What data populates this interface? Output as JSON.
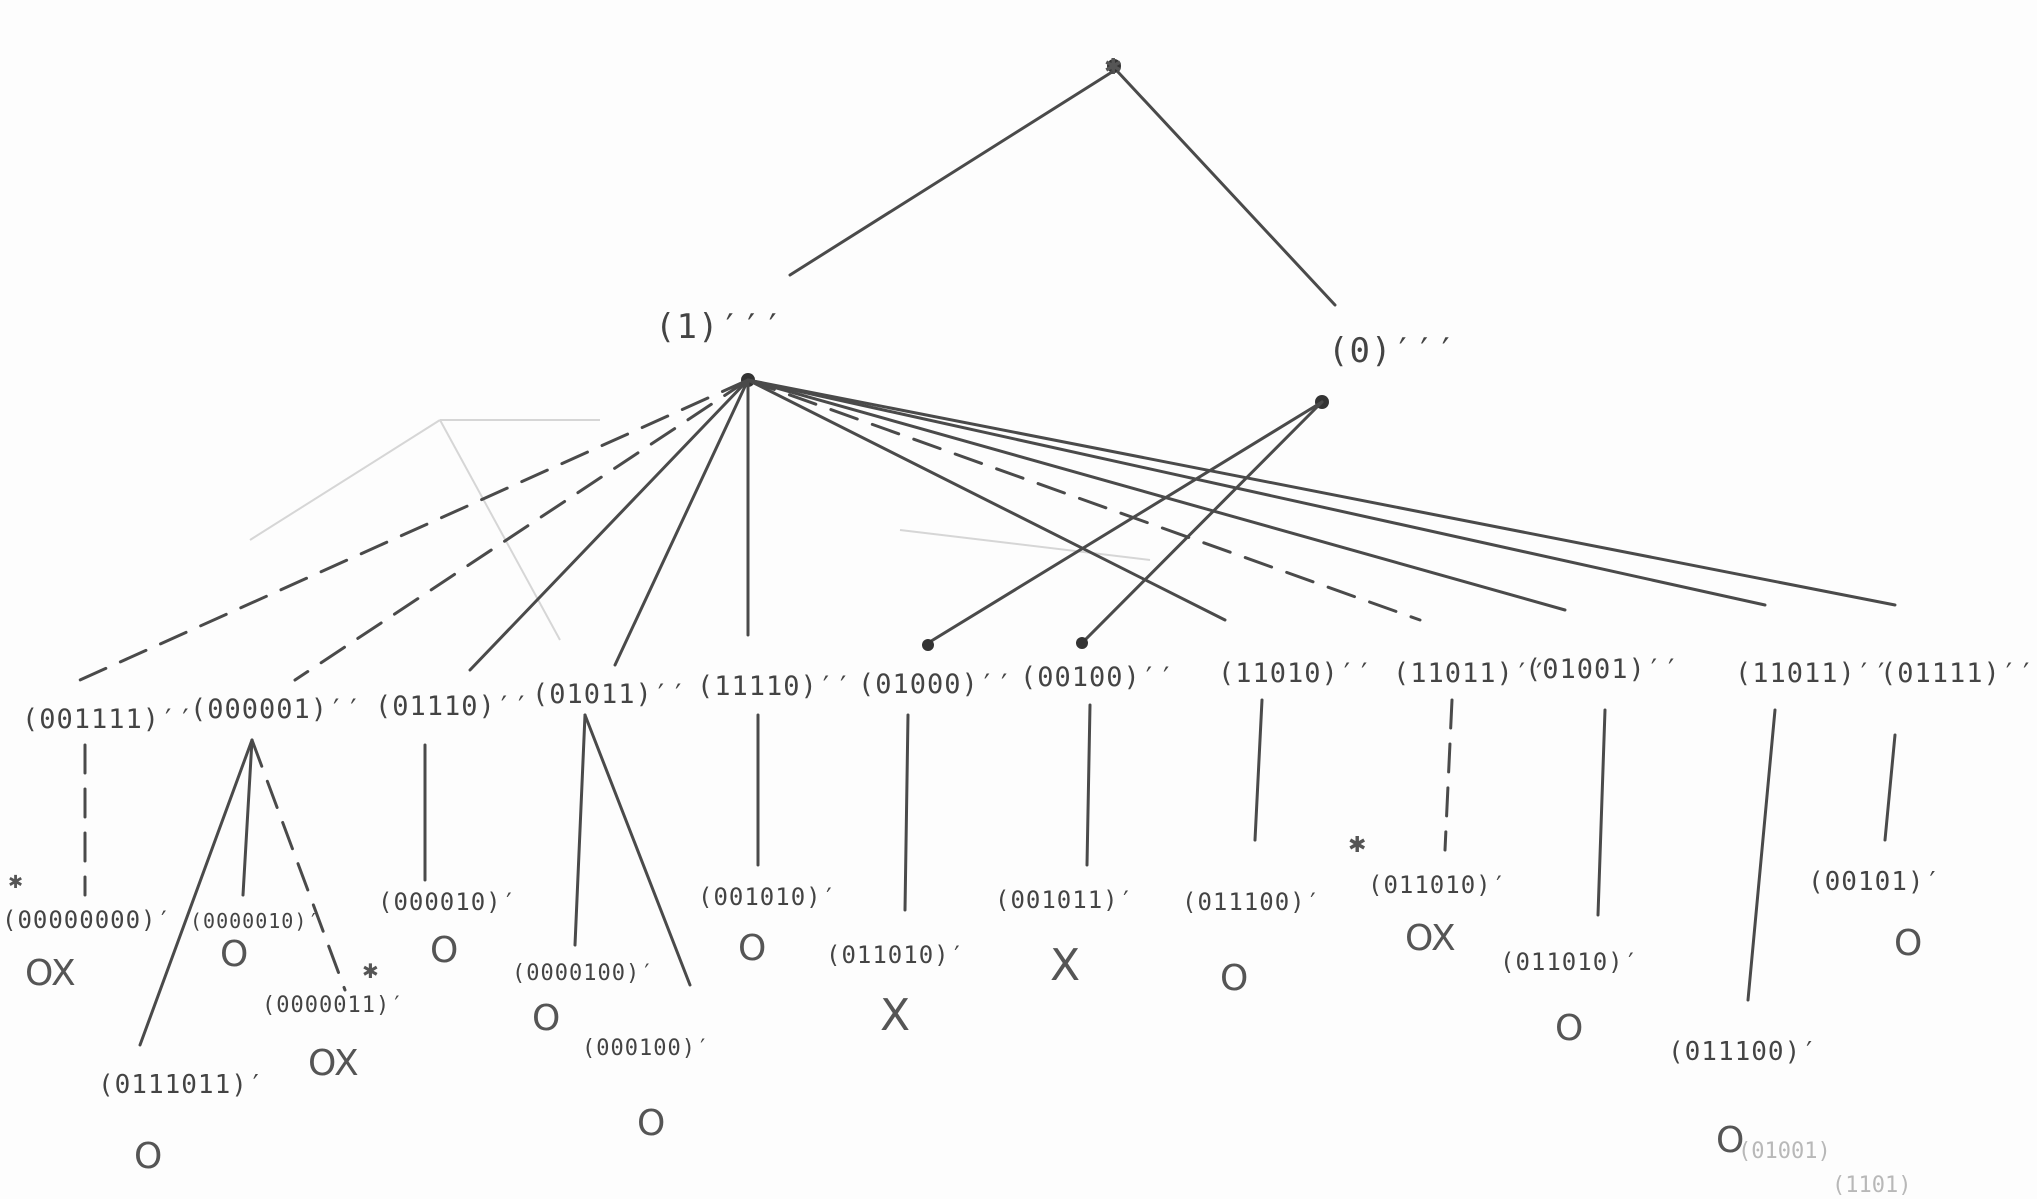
{
  "root": {
    "label": "",
    "star": "✱"
  },
  "level1": [
    {
      "id": "n1",
      "label": "(1)′′′"
    },
    {
      "id": "n0",
      "label": "(0)′′′"
    }
  ],
  "level2": [
    {
      "id": "a",
      "label": "(001111)′′"
    },
    {
      "id": "b",
      "label": "(000001)′′"
    },
    {
      "id": "c",
      "label": "(01110)′′"
    },
    {
      "id": "d",
      "label": "(01011)′′"
    },
    {
      "id": "e",
      "label": "(11110)′′"
    },
    {
      "id": "f",
      "label": "(01000)′′"
    },
    {
      "id": "g",
      "label": "(00100)′′"
    },
    {
      "id": "h",
      "label": "(11010)′′"
    },
    {
      "id": "i",
      "label": "(11011)′′"
    },
    {
      "id": "j",
      "label": "(01001)′′"
    },
    {
      "id": "k",
      "label": "(11011)′′"
    },
    {
      "id": "l",
      "label": "(01111)′′"
    }
  ],
  "leaves": [
    {
      "label": "(00000000)′",
      "result": "OX",
      "star": "✱"
    },
    {
      "label": "(0000010)′",
      "result": "O"
    },
    {
      "label": "(0111011)′",
      "result": "O"
    },
    {
      "label": "(0000011)′",
      "result": "OX",
      "star": "✱"
    },
    {
      "label": "(000010)′",
      "result": "O"
    },
    {
      "label": "(0000100)′",
      "result": "O"
    },
    {
      "label": "(000100)′",
      "result": "O"
    },
    {
      "label": "(001010)′",
      "result": "O"
    },
    {
      "label": "(011010)′",
      "result": "X"
    },
    {
      "label": "(001011)′",
      "result": "X"
    },
    {
      "label": "(011100)′",
      "result": "O"
    },
    {
      "label": "(011010)′",
      "result": "OX",
      "star": "✱"
    },
    {
      "label": "(011010)′",
      "result": "O"
    },
    {
      "label": "(011100)′",
      "result": "O"
    },
    {
      "label": "(00101)′",
      "result": "O"
    }
  ],
  "faint_notes": [
    "(01001)",
    "(1101)"
  ]
}
